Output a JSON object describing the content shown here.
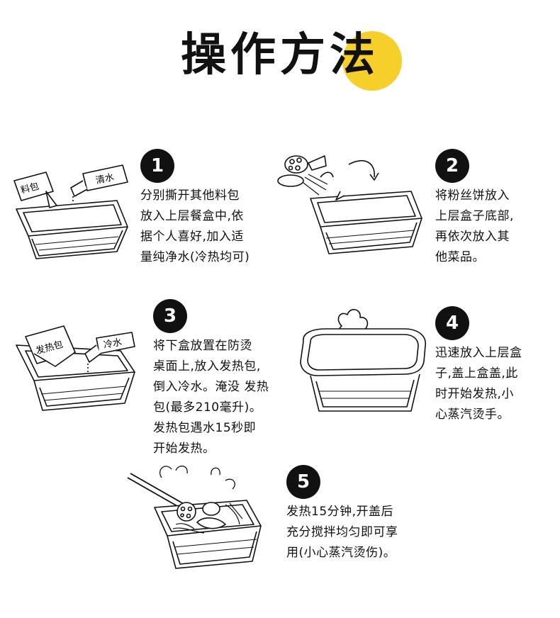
{
  "header": {
    "title": "操作方法",
    "accent_color": "#f7cf2a"
  },
  "steps": [
    {
      "number": "1",
      "lines": [
        "分别撕开其他料包",
        "放入上层餐盒中,依",
        "据个人喜好,加入适",
        "量纯净水(冷热均可)"
      ],
      "illustration_labels": [
        "料包",
        "清水"
      ]
    },
    {
      "number": "2",
      "lines": [
        "将粉丝饼放入",
        "上层盒子底部,",
        "再依次放入其",
        "他菜品。"
      ]
    },
    {
      "number": "3",
      "lines": [
        "将下盒放置在防烫",
        "桌面上,放入发热包,",
        "倒入冷水。淹没 发热",
        "包(最多210毫升)。",
        "发热包遇水15秒即",
        "开始发热。"
      ],
      "illustration_labels": [
        "发热包",
        "冷水"
      ]
    },
    {
      "number": "4",
      "lines": [
        "迅速放入上层盒",
        "子,盖上盒盖,此",
        "时开始发热,小",
        "心蒸汽烫手。"
      ]
    },
    {
      "number": "5",
      "lines": [
        "发热15分钟,开盖后",
        "充分搅拌均匀即可享",
        "用(小心蒸汽烫伤)。"
      ]
    }
  ]
}
